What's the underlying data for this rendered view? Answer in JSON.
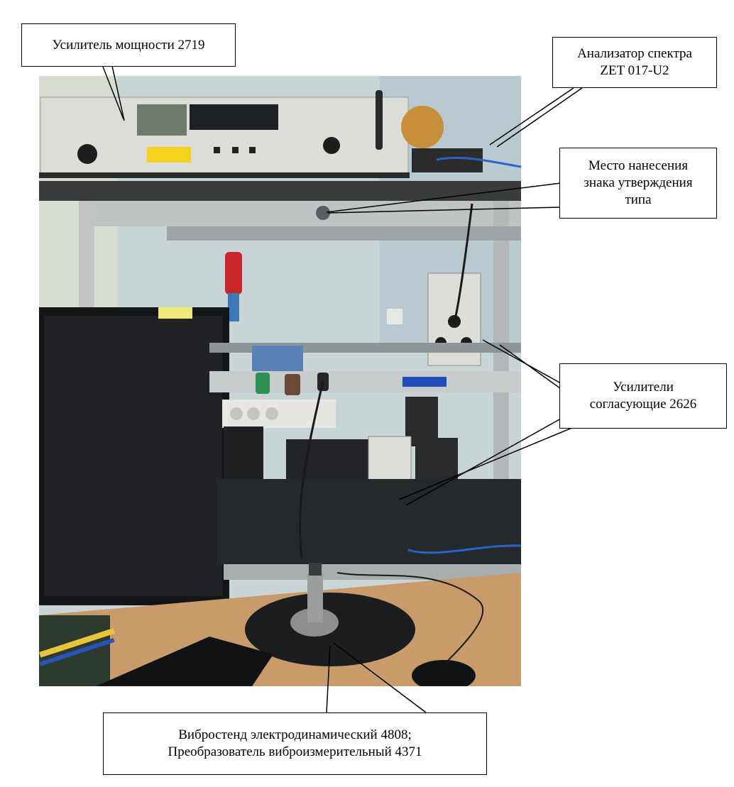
{
  "callouts": {
    "power_amplifier": "Усилитель мощности 2719",
    "spectrum_analyzer_line1": "Анализатор спектра",
    "spectrum_analyzer_line2": "ZET 017-U2",
    "approval_mark_line1": "Место нанесения",
    "approval_mark_line2": "знака утверждения",
    "approval_mark_line3": "типа",
    "matching_amplifiers_line1": "Усилители",
    "matching_amplifiers_line2": "согласующие 2626",
    "vibration_exciter_line1": "Вибростенд электродинамический 4808;",
    "vibration_exciter_line2": "Преобразователь виброизмерительный 4371"
  },
  "colors": {
    "wall": "#c9d4d7",
    "wood_desk": "#c99a6a",
    "metal_shelf": "#b8bcbc",
    "dark_equipment": "#1e1f22",
    "amplifier_panel": "#d9dad6",
    "cable_blue": "#2a63c9"
  }
}
